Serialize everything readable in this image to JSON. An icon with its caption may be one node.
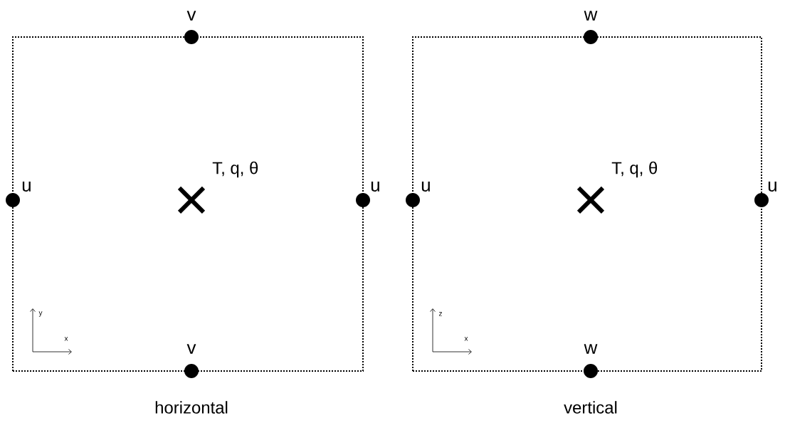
{
  "diagram": {
    "nodes": [
      {
        "text": [
          "horizontal"
        ]
      },
      {
        "text": [
          "vertical"
        ]
      }
    ],
    "labels": [
      "v",
      "w",
      "T, q, θ",
      "T, q, θ",
      "u",
      "u",
      "u",
      "u",
      "y",
      "z",
      "x",
      "x",
      "v",
      "w"
    ]
  }
}
